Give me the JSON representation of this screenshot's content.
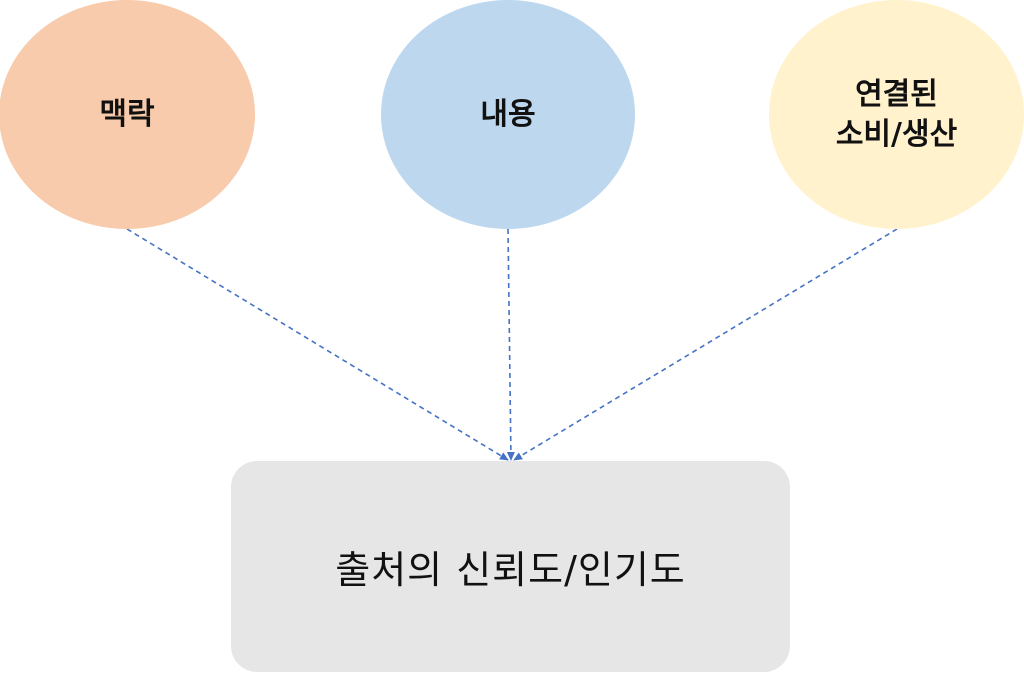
{
  "nodes": {
    "context": {
      "label": "맥락",
      "color": "#f7cbab"
    },
    "content": {
      "label": "내용",
      "color": "#bdd7ee"
    },
    "linked": {
      "label": "연결된\n소비/생산",
      "color": "#fff2cc"
    }
  },
  "target": {
    "label": "출처의 신뢰도/인기도",
    "color": "#e7e6e6"
  },
  "connector_color": "#4472c4"
}
